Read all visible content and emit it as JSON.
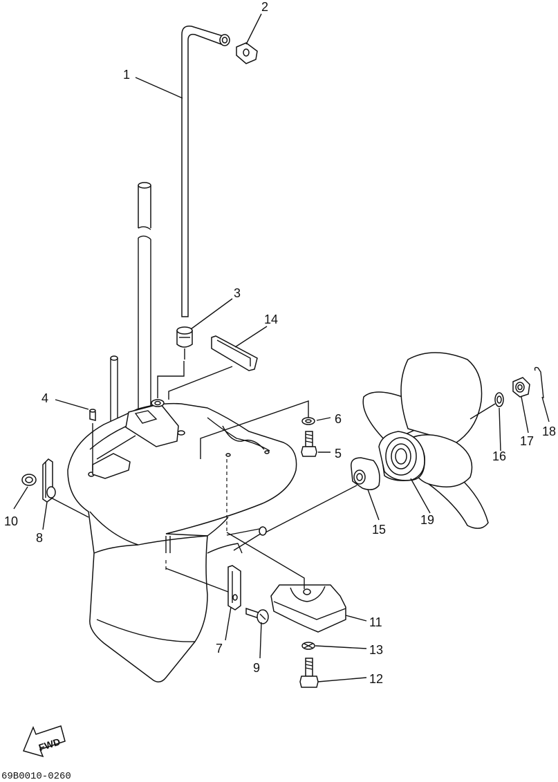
{
  "diagram": {
    "drawing_code": "69B0010-0260",
    "fwd_label": "FWD",
    "callouts": [
      {
        "id": "c1",
        "text": "1"
      },
      {
        "id": "c2",
        "text": "2"
      },
      {
        "id": "c3",
        "text": "3"
      },
      {
        "id": "c4",
        "text": "4"
      },
      {
        "id": "c5",
        "text": "5"
      },
      {
        "id": "c6",
        "text": "6"
      },
      {
        "id": "c7",
        "text": "7"
      },
      {
        "id": "c8",
        "text": "8"
      },
      {
        "id": "c9",
        "text": "9"
      },
      {
        "id": "c10",
        "text": "10"
      },
      {
        "id": "c11",
        "text": "11"
      },
      {
        "id": "c12",
        "text": "12"
      },
      {
        "id": "c13",
        "text": "13"
      },
      {
        "id": "c14",
        "text": "14"
      },
      {
        "id": "c15",
        "text": "15"
      },
      {
        "id": "c16",
        "text": "16"
      },
      {
        "id": "c17",
        "text": "17"
      },
      {
        "id": "c18",
        "text": "18"
      },
      {
        "id": "c19",
        "text": "19"
      }
    ]
  }
}
